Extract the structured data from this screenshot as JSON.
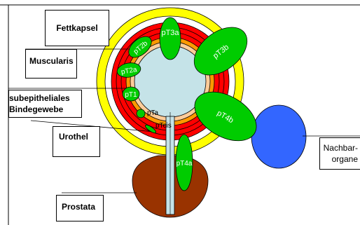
{
  "labels": {
    "fettkapsel": "Fettkapsel",
    "muscularis": "Muscularis",
    "subepithel_1": "subepitheliales",
    "subepithel_2": "Bindegewebe",
    "urothel": "Urothel",
    "prostata": "Prostata",
    "nachbar_1": "Nachbar-",
    "nachbar_2": "organe"
  },
  "stages": {
    "pT3a": "pT3a",
    "pT3b": "pT3b",
    "pT2b": "pT2b",
    "pT2a": "pT2a",
    "pT1": "pT1",
    "pTa": "pTa",
    "pTcis": "pTcis",
    "pT4a": "pT4a",
    "pT4b": "pT4b"
  },
  "colors": {
    "fat": "#ffff00",
    "muscle": "#ff0000",
    "connective": "#ff9900",
    "urothelium": "#ffcc99",
    "lumen": "#c5e3e8",
    "tumor": "#00cc00",
    "prostate": "#993300",
    "organ": "#3366ff",
    "urethra": "#c5e3e8"
  }
}
